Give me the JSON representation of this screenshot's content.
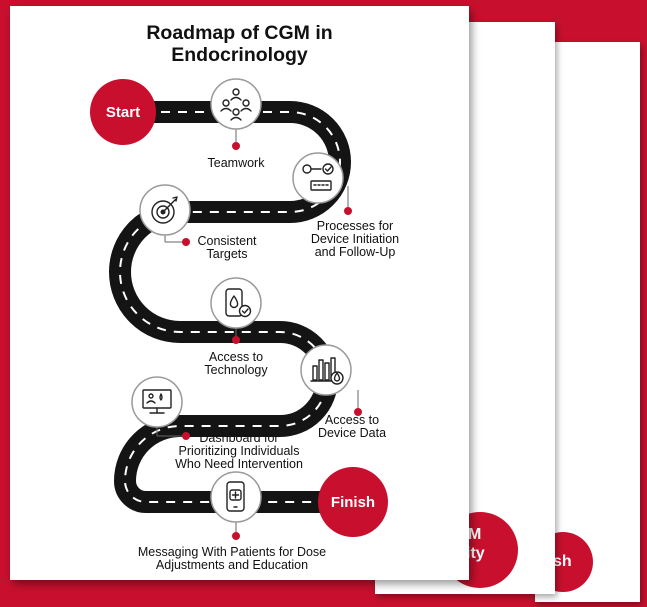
{
  "title": {
    "line1": "Roadmap of CGM in",
    "line2": "Endocrinology"
  },
  "badges": {
    "start": "Start",
    "finish": "Finish"
  },
  "steps": [
    {
      "lines": [
        "Teamwork"
      ],
      "icon": "teamwork-people-icon"
    },
    {
      "lines": [
        "Processes for",
        "Device Initiation",
        "and Follow-Up"
      ],
      "icon": "device-process-icon"
    },
    {
      "lines": [
        "Consistent",
        "Targets"
      ],
      "icon": "target-icon"
    },
    {
      "lines": [
        "Access to",
        "Technology"
      ],
      "icon": "smartphone-drop-icon"
    },
    {
      "lines": [
        "Access to",
        "Device Data"
      ],
      "icon": "bar-chart-drop-icon"
    },
    {
      "lines": [
        "Dashboard for",
        "Prioritizing Individuals",
        "Who Need Intervention"
      ],
      "icon": "dashboard-monitor-icon"
    },
    {
      "lines": [
        "Messaging With Patients for Dose",
        "Adjustments and Education"
      ],
      "icon": "phone-medical-message-icon"
    }
  ],
  "background_sheets": {
    "sheet2_fragment": [
      "M",
      "ity"
    ],
    "sheet3_fragment": "sh"
  },
  "colors": {
    "brand_red": "#c8102e",
    "road": "#141414",
    "road_dash": "#ffffff",
    "paper": "#ffffff"
  }
}
